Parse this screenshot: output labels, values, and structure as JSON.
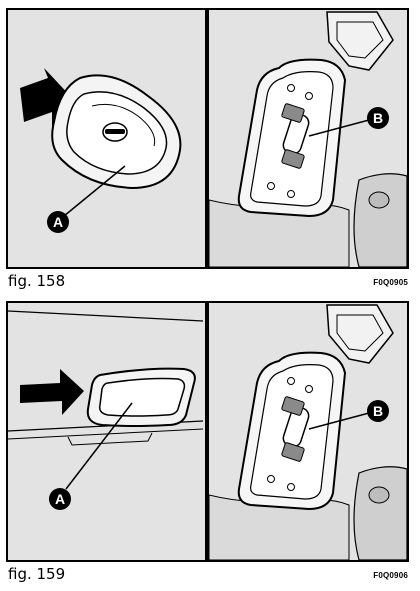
{
  "figures": [
    {
      "caption": "fig. 158",
      "code": "F0Q0905",
      "callout_a": "A",
      "callout_b": "B"
    },
    {
      "caption": "fig. 159",
      "code": "F0Q0906",
      "callout_a": "A",
      "callout_b": "B"
    }
  ]
}
